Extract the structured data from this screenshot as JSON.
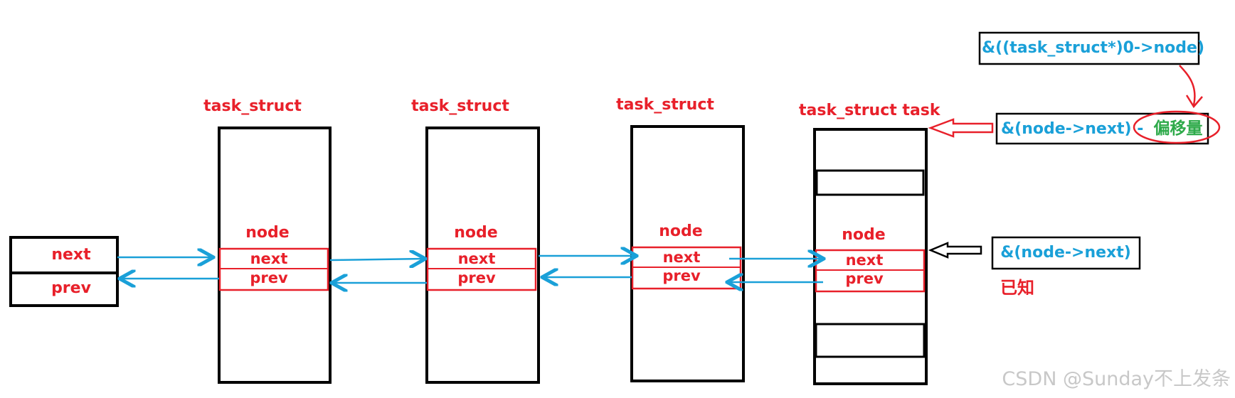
{
  "colors": {
    "red": "#e8202a",
    "blue": "#1aa0d8",
    "green": "#2eaa4a",
    "black": "#000000",
    "watermark": "#c8c8c8"
  },
  "head_node": {
    "next_label": "next",
    "prev_label": "prev"
  },
  "structs": [
    {
      "title": "task_struct",
      "node_label": "node",
      "next_label": "next",
      "prev_label": "prev"
    },
    {
      "title": "task_struct",
      "node_label": "node",
      "next_label": "next",
      "prev_label": "prev"
    },
    {
      "title": "task_struct",
      "node_label": "node",
      "next_label": "next",
      "prev_label": "prev"
    },
    {
      "title": "task_struct  task",
      "node_label": "node",
      "next_label": "next",
      "prev_label": "prev"
    }
  ],
  "annotations": {
    "offset_expr": "&((task_struct*)0->node)",
    "task_expr": "&(node->next) - ",
    "offset_word": "偏移量",
    "next_addr_expr": "&(node->next)",
    "known_label": "已知"
  },
  "watermark": "CSDN @Sunday不上发条"
}
